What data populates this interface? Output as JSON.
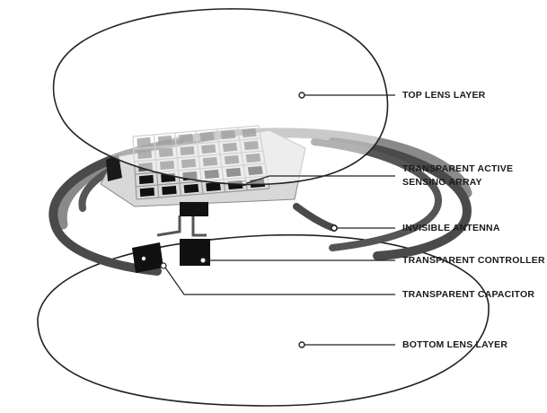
{
  "labels": {
    "top_lens": "TOP LENS LAYER",
    "sensing_array_line1": "TRANSPARENT ACTIVE",
    "sensing_array_line2": "SENSING ARRAY",
    "antenna": "INVISIBLE ANTENNA",
    "controller": "TRANSPARENT CONTROLLER",
    "capacitor": "TRANSPARENT CAPACITOR",
    "bottom_lens": "BOTTOM LENS LAYER"
  },
  "colors": {
    "outline": "#222222",
    "ring": "#4a4a4a",
    "ring_back": "#8a8a8a",
    "grid_cell": "#2a2a2a",
    "grid_line": "#9a9a9a",
    "lens_fill": "#ffffff"
  }
}
